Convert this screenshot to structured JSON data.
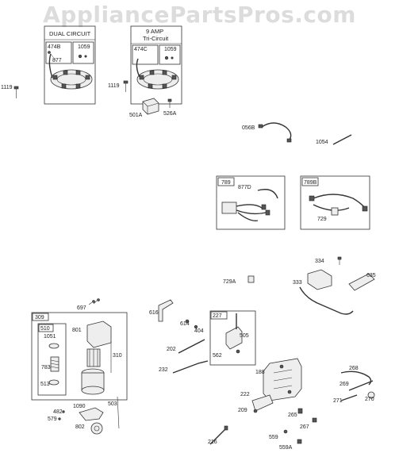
{
  "watermark": "AppliancePartsPros.com",
  "boxes": {
    "dual_circuit": "DUAL CIRCUIT",
    "tri_amp": "9  AMP",
    "tri_circuit": "Tri-Circuit"
  },
  "labels": {
    "p474B": "474B",
    "p1059a": "1059",
    "p877": "877",
    "p1119a": "1119",
    "p474C": "474C",
    "p1059b": "1059",
    "p1119b": "1119",
    "p501A": "501A",
    "p526A": "526A",
    "p056B": "056B",
    "p1054": "1054",
    "p789": "789",
    "p877D": "877D",
    "p789B": "789B",
    "p729": "729",
    "p334": "334",
    "p333": "333",
    "p635": "635",
    "p729A": "729A",
    "p697": "697",
    "p309": "309",
    "p510": "510",
    "p801": "801",
    "p1051": "1051",
    "p783": "783",
    "p513": "513",
    "p310": "310",
    "p482": "482",
    "p579": "579",
    "p1090": "1090",
    "p503": "503",
    "p802": "802",
    "p616": "616",
    "p614": "614",
    "p404": "404",
    "p227": "227",
    "p505": "505",
    "p562": "562",
    "p202": "202",
    "p232": "232",
    "p188": "188",
    "p268": "268",
    "p269": "269",
    "p271": "271",
    "p270": "270",
    "p222": "222",
    "p209": "209",
    "p265": "265",
    "p267": "267",
    "p216": "216",
    "p559": "559",
    "p559A": "559A"
  }
}
